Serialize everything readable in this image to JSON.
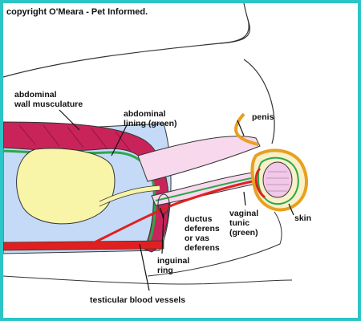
{
  "copyright": "copyright O'Meara - Pet Informed.",
  "colors": {
    "frame": "#2cc4c4",
    "muscle": "#c8245a",
    "lining": "#2aa84a",
    "bladder": "#f8f4a8",
    "abdomen": "#c4daf6",
    "penis_sheath": "#f8d8ec",
    "vessel": "#e02020",
    "skin": "#e8a020",
    "testis": "#f0c8e8"
  },
  "labels": {
    "abdominal_wall": [
      "abdominal",
      "wall musculature"
    ],
    "abdominal_lining": [
      "abdominal",
      "lining (green)"
    ],
    "penis": [
      "penis"
    ],
    "skin": [
      "skin"
    ],
    "vaginal_tunic": [
      "vaginal",
      "tunic",
      "(green)"
    ],
    "ductus": [
      "ductus",
      "deferens",
      "or vas",
      "deferens"
    ],
    "inguinal_ring": [
      "inguinal",
      "ring"
    ],
    "testicular_vessels": [
      "testicular blood vessels"
    ]
  }
}
